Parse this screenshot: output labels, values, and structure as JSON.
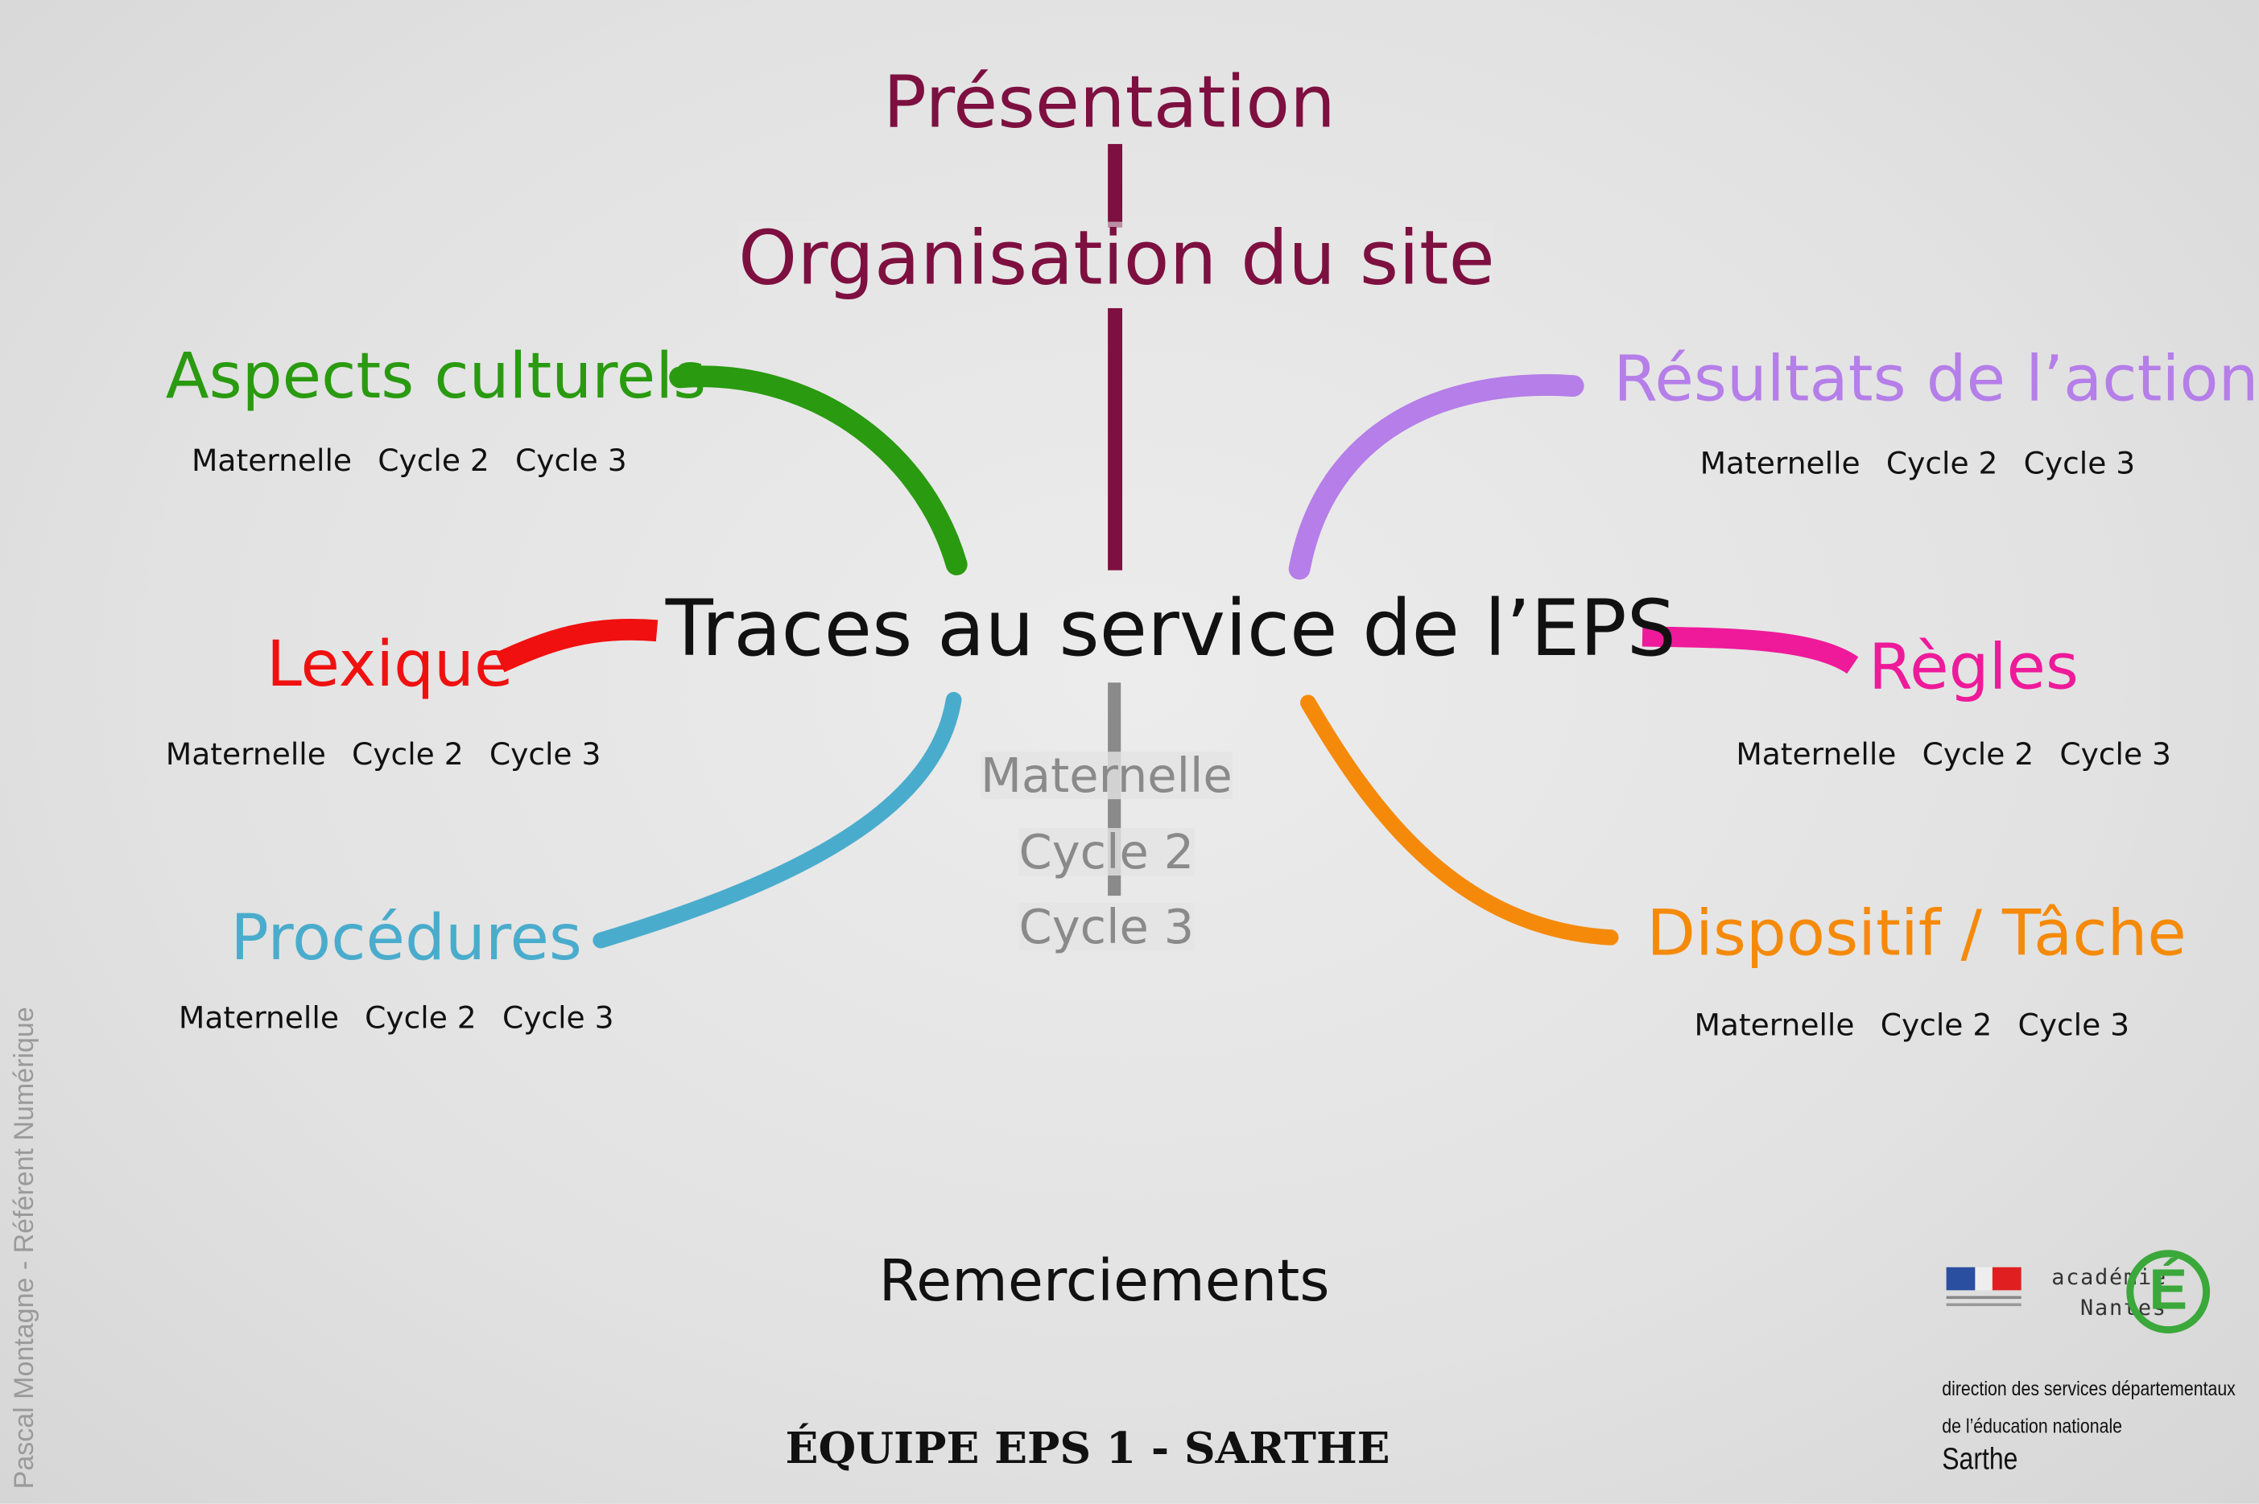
{
  "header": {
    "presentation": "Présentation",
    "organisation": "Organisation du site"
  },
  "center": {
    "title": "Traces au service de l’EPS",
    "levels": [
      "Maternelle",
      "Cycle 2",
      "Cycle 3"
    ]
  },
  "branches": {
    "aspects": {
      "label": "Aspects culturels",
      "color": "#2a9a10",
      "levels": [
        "Maternelle",
        "Cycle 2",
        "Cycle 3"
      ]
    },
    "resultats": {
      "label": "Résultats de l’action",
      "color": "#b57ee8",
      "levels": [
        "Maternelle",
        "Cycle 2",
        "Cycle 3"
      ]
    },
    "lexique": {
      "label": "Lexique",
      "color": "#f01010",
      "levels": [
        "Maternelle",
        "Cycle 2",
        "Cycle 3"
      ]
    },
    "regles": {
      "label": "Règles",
      "color": "#ee1a9a",
      "levels": [
        "Maternelle",
        "Cycle 2",
        "Cycle 3"
      ]
    },
    "procedures": {
      "label": "Procédures",
      "color": "#4aaccc",
      "levels": [
        "Maternelle",
        "Cycle 2",
        "Cycle 3"
      ]
    },
    "dispositif": {
      "label": "Dispositif / Tâche",
      "color": "#f58a0a",
      "levels": [
        "Maternelle",
        "Cycle 2",
        "Cycle 3"
      ]
    }
  },
  "footer": {
    "remerciements": "Remerciements",
    "team": "ÉQUIPE EPS 1 - SARTHE",
    "credit": "Pascal Montagne - Référent Numérique"
  },
  "logos": {
    "academie": "académie",
    "nantes": "Nantes",
    "e_letter": "É",
    "dsden_line1": "direction des services départementaux",
    "dsden_line2": "de l’éducation nationale",
    "dsden_line3": "Sarthe"
  }
}
